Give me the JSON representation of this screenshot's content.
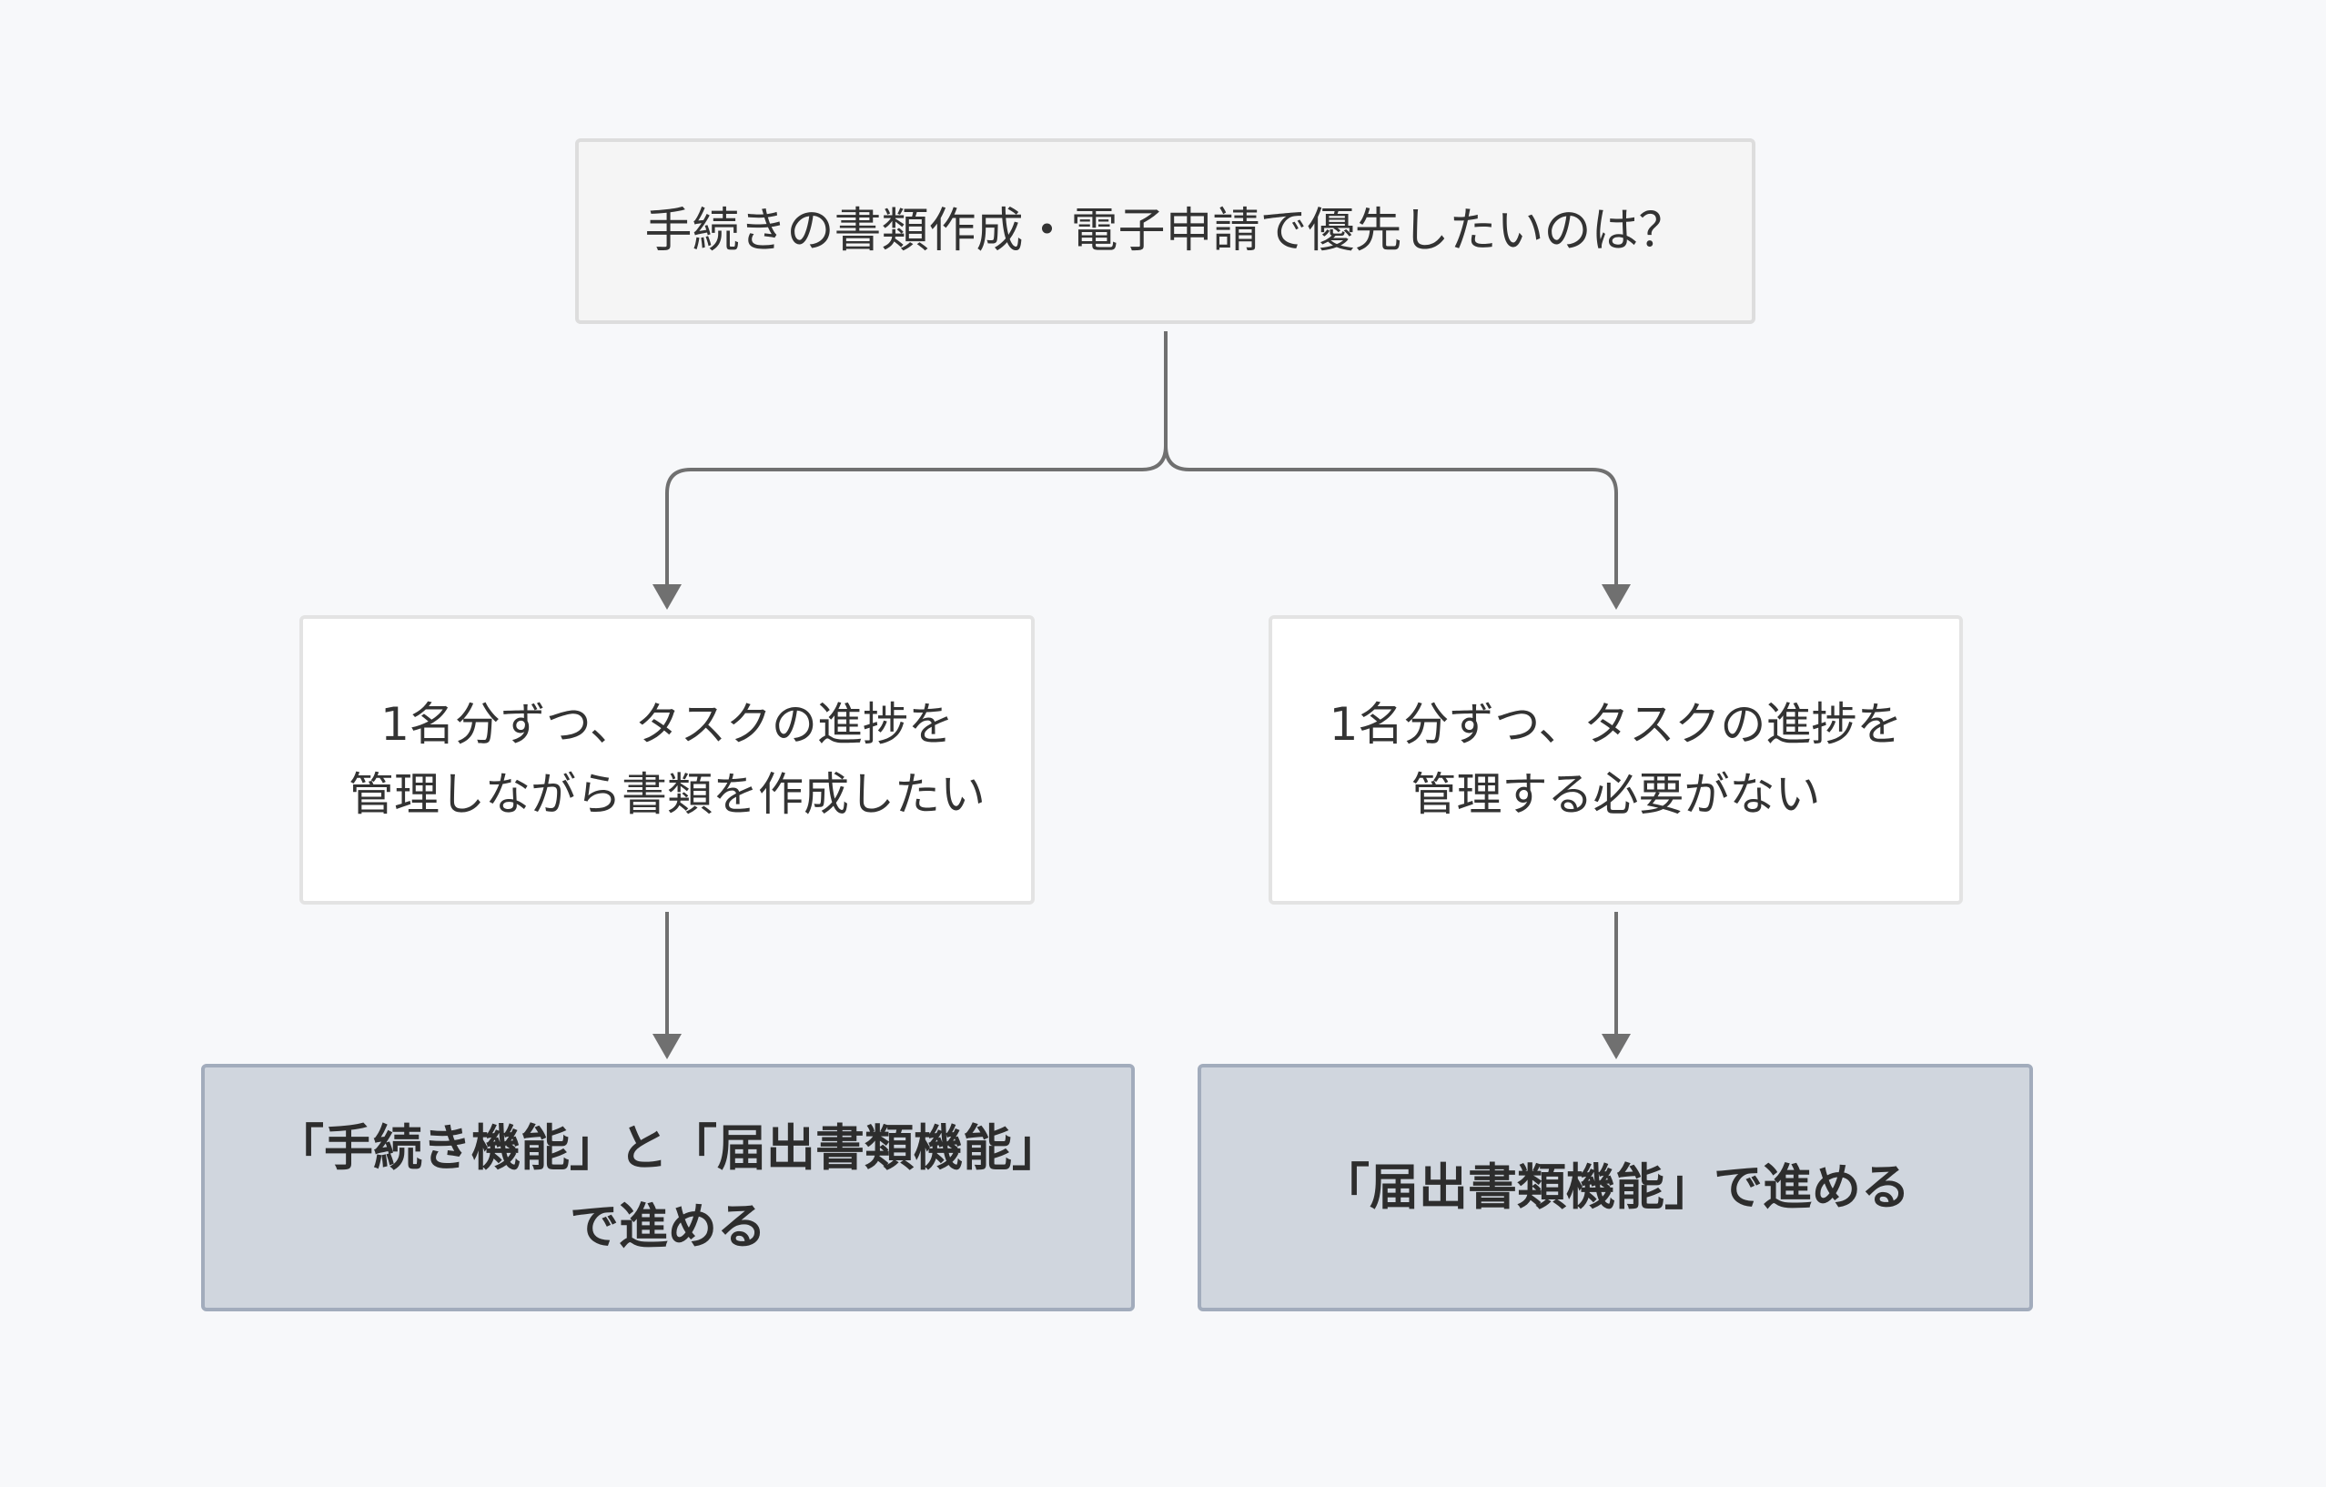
{
  "diagram": {
    "question": "手続きの書類作成・電子申請で優先したいのは？",
    "options": [
      {
        "condition": "1名分ずつ、タスクの進捗を\n管理しながら書類を作成したい",
        "result": "「手続き機能」と「届出書類機能」\nで進める"
      },
      {
        "condition": "1名分ずつ、タスクの進捗を\n管理する必要がない",
        "result": "「届出書類機能」で進める"
      }
    ]
  },
  "colors": {
    "background": "#f7f8fa",
    "question_fill": "#f5f5f5",
    "condition_fill": "#ffffff",
    "result_fill": "#d0d6de",
    "result_border": "#a2acbc",
    "connector": "#707070"
  }
}
